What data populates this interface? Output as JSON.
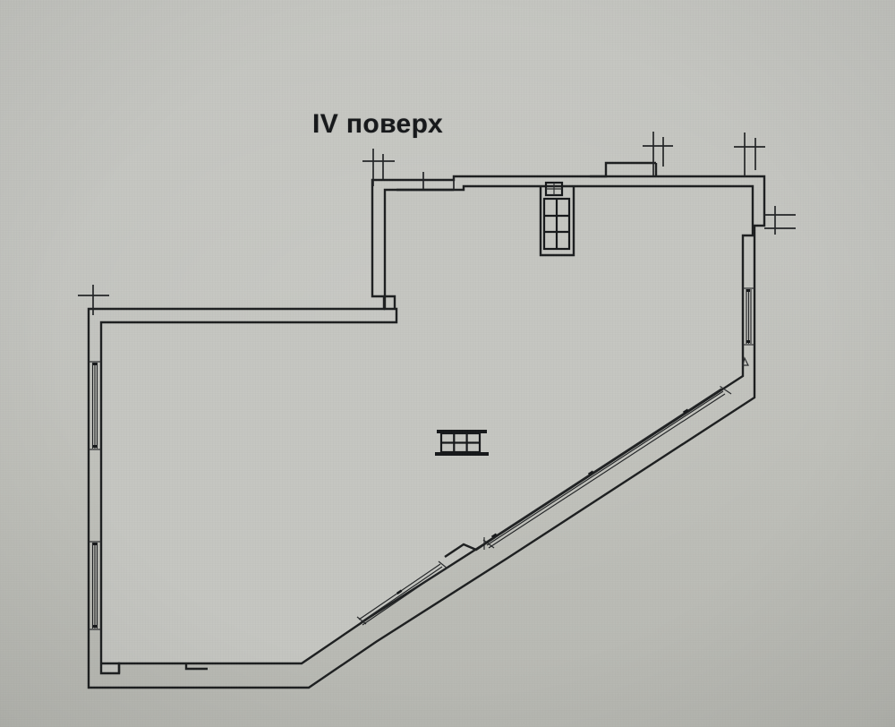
{
  "document": {
    "type": "architectural-floor-plan",
    "title": "IV поверх",
    "title_translation_note": "IV floor",
    "medium": "photographed paper drawing"
  },
  "colors": {
    "paper_background": "#c4c5c0",
    "interior_fill": "#c5c6c1",
    "wall_ink": "#1d1f20",
    "title_ink": "#16181a"
  },
  "annotations": {
    "title_label": "IV поверх"
  },
  "plan": {
    "outline_description": "Irregular polygon: rectangular upper-right block, wide rectangular left block, long diagonal south-east facade",
    "features": [
      {
        "name": "elevator-shaft-symbol",
        "label": "",
        "position": "upper-centre",
        "grid": "2 columns x 3 rows"
      },
      {
        "name": "stair-core-symbol",
        "label": "",
        "position": "centre",
        "grid": "3 columns x 2 rows"
      },
      {
        "name": "window-left-upper",
        "label": "",
        "wall": "west"
      },
      {
        "name": "window-left-lower",
        "label": "",
        "wall": "west"
      },
      {
        "name": "window-right",
        "label": "",
        "wall": "east"
      },
      {
        "name": "window-diagonal-upper",
        "label": "",
        "wall": "south-east diagonal"
      },
      {
        "name": "window-diagonal-lower",
        "label": "",
        "wall": "south-east diagonal"
      },
      {
        "name": "partition-stub-top-left",
        "label": "",
        "wall": "north"
      },
      {
        "name": "partition-stub-top-mid",
        "label": "",
        "wall": "north"
      },
      {
        "name": "partition-stub-top-right",
        "label": "",
        "wall": "north"
      },
      {
        "name": "partition-stub-north-east",
        "label": "",
        "wall": "north-east"
      },
      {
        "name": "partition-stub-east",
        "label": "",
        "wall": "east"
      },
      {
        "name": "partition-stub-west",
        "label": "",
        "wall": "west"
      },
      {
        "name": "doorway-gap-north",
        "label": "",
        "wall": "north"
      }
    ]
  }
}
